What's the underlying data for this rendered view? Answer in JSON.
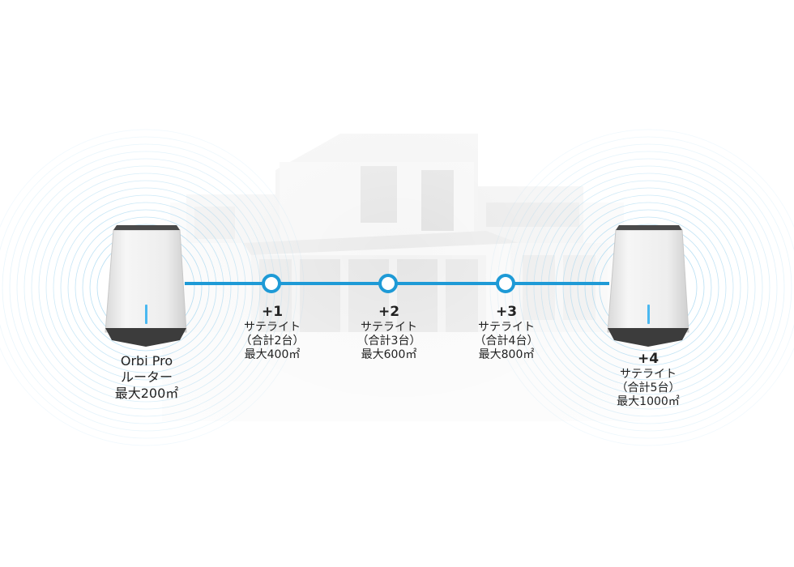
{
  "colors": {
    "line": "#1e9ad6",
    "node_fill": "#ffffff",
    "router_body": "#ececec",
    "router_base": "#3c3c3c",
    "router_led": "#4ab8f0",
    "wave": "#9dd3ef"
  },
  "router": {
    "name": "Orbi Pro",
    "type": "ルーター",
    "coverage": "最大200㎡"
  },
  "steps": [
    {
      "plus": "+1",
      "kind": "サテライト",
      "total": "（合計2台）",
      "coverage": "最大400㎡"
    },
    {
      "plus": "+2",
      "kind": "サテライト",
      "total": "（合計3台）",
      "coverage": "最大600㎡"
    },
    {
      "plus": "+3",
      "kind": "サテライト",
      "total": "（合計4台）",
      "coverage": "最大800㎡"
    },
    {
      "plus": "+4",
      "kind": "サテライト",
      "total": "（合計5台）",
      "coverage": "最大1000㎡"
    }
  ]
}
